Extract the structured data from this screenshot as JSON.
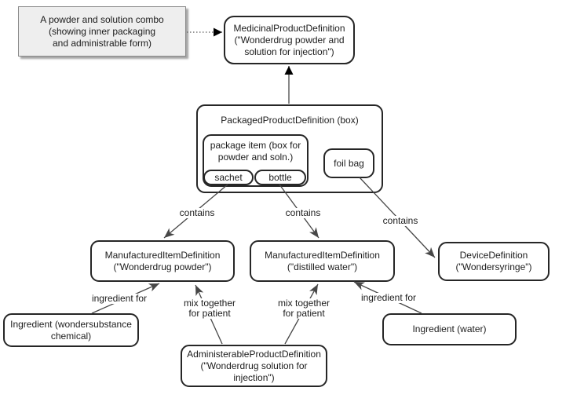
{
  "diagram": {
    "note": {
      "lines": [
        "A powder and solution combo",
        "(showing inner packaging",
        "and administrable form)"
      ]
    },
    "nodes": {
      "medicinal": {
        "lines": [
          "MedicinalProductDefinition",
          "(\"Wonderdrug powder and",
          "solution for injection\")"
        ]
      },
      "packaged": {
        "title": "PackagedProductDefinition (box)"
      },
      "package_item": {
        "lines": [
          "package item (box for",
          "powder and soln.)"
        ]
      },
      "sachet": {
        "label": "sachet"
      },
      "bottle": {
        "label": "bottle"
      },
      "foil_bag": {
        "label": "foil bag"
      },
      "manufactured_powder": {
        "lines": [
          "ManufacturedItemDefinition",
          "(\"Wonderdrug powder\")"
        ]
      },
      "manufactured_water": {
        "lines": [
          "ManufacturedItemDefinition",
          "(\"distilled water\")"
        ]
      },
      "device": {
        "lines": [
          "DeviceDefinition",
          "(\"Wondersyringe\")"
        ]
      },
      "ingredient_chemical": {
        "lines": [
          "Ingredient (wondersubstance",
          "chemical)"
        ]
      },
      "ingredient_water": {
        "label": "Ingredient (water)"
      },
      "administerable": {
        "lines": [
          "AdministerableProductDefinition",
          "(\"Wonderdrug solution for",
          "injection\")"
        ]
      }
    },
    "edge_labels": {
      "contains_1": "contains",
      "contains_2": "contains",
      "contains_3": "contains",
      "ingredient_for_left": "ingredient for",
      "ingredient_for_right": "ingredient for",
      "mix_left": {
        "lines": [
          "mix together",
          "for patient"
        ]
      },
      "mix_right": {
        "lines": [
          "mix together",
          "for patient"
        ]
      }
    },
    "colors": {
      "box_border": "#262626",
      "box_fill": "#ffffff",
      "note_fill": "#eeeeee",
      "note_border": "#8a8a8a",
      "edge_line": "#474747",
      "text": "#1c1c1c"
    }
  }
}
